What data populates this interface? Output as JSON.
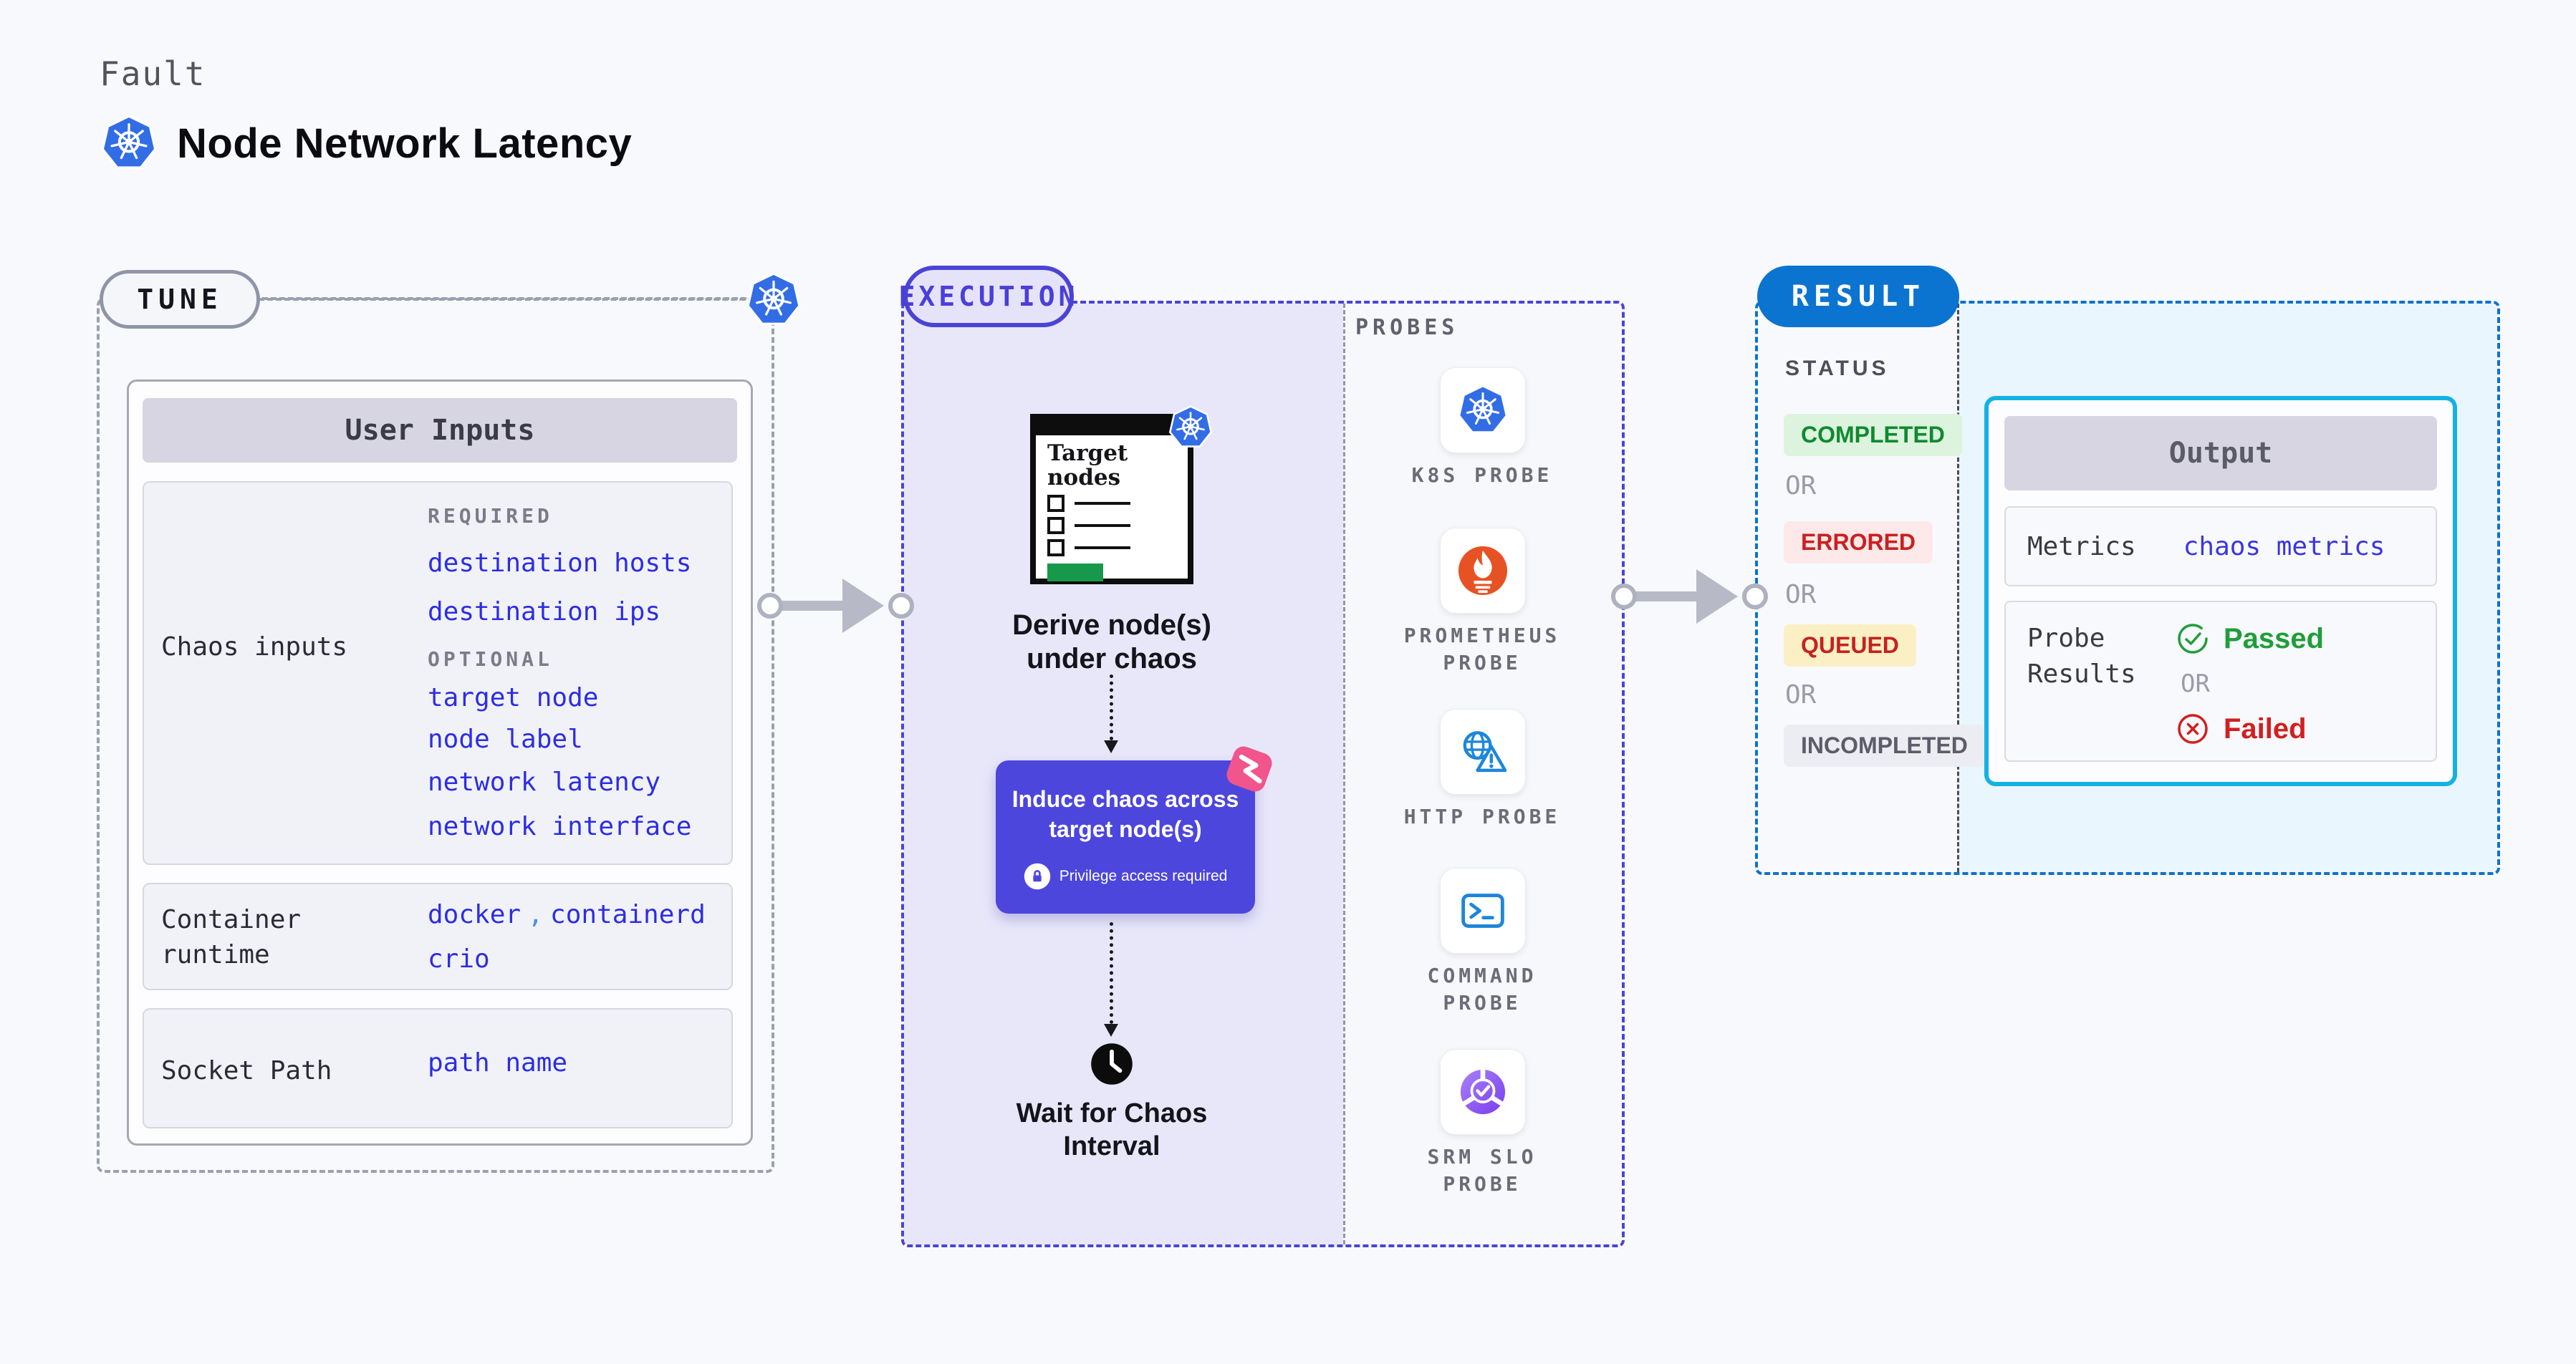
{
  "header": {
    "eyebrow": "Fault",
    "title": "Node Network Latency"
  },
  "tune": {
    "badge": "TUNE",
    "card_title": "User Inputs",
    "chaos": {
      "label": "Chaos inputs",
      "required_heading": "REQUIRED",
      "required_items": [
        "destination hosts",
        "destination ips"
      ],
      "optional_heading": "OPTIONAL",
      "optional_items": [
        "target node",
        "node label",
        "network latency",
        "network interface"
      ]
    },
    "runtime": {
      "label": "Container runtime",
      "values": [
        "docker",
        "containerd",
        "crio"
      ],
      "separator": ","
    },
    "socket": {
      "label": "Socket Path",
      "value": "path name"
    }
  },
  "execution": {
    "badge": "EXECUTION",
    "target_card_title": "Target nodes",
    "step_derive": "Derive node(s) under chaos",
    "step_induce": "Induce chaos across target node(s)",
    "induce_note": "Privilege access required",
    "step_wait": "Wait for Chaos Interval"
  },
  "probes": {
    "heading": "PROBES",
    "items": [
      {
        "name": "K8S PROBE",
        "icon": "kubernetes-icon"
      },
      {
        "name": "PROMETHEUS PROBE",
        "icon": "prometheus-icon"
      },
      {
        "name": "HTTP PROBE",
        "icon": "http-globe-warning-icon"
      },
      {
        "name": "COMMAND PROBE",
        "icon": "terminal-icon"
      },
      {
        "name": "SRM SLO PROBE",
        "icon": "slo-pie-check-icon"
      }
    ]
  },
  "result": {
    "badge": "RESULT",
    "status_heading": "STATUS",
    "or_label": "OR",
    "statuses": [
      {
        "label": "COMPLETED",
        "fg": "#0f8a2f",
        "bg": "#dcf3de"
      },
      {
        "label": "ERRORED",
        "fg": "#cc1f1f",
        "bg": "#fde9e9"
      },
      {
        "label": "QUEUED",
        "fg": "#c42222",
        "bg": "#fbf0c4"
      },
      {
        "label": "INCOMPLETED",
        "fg": "#5c5c6a",
        "bg": "#ebedf2"
      }
    ],
    "output": {
      "title": "Output",
      "metrics_label": "Metrics",
      "metrics_value": "chaos metrics",
      "probe_results_label": "Probe Results",
      "passed": "Passed",
      "or_label": "OR",
      "failed": "Failed"
    }
  },
  "colors": {
    "background": "#f8f9fc",
    "accent_indigo": "#4a44d6",
    "execution_fill": "#e8e7fa",
    "result_blue": "#0b74d0",
    "result_cyan_border": "#14b2e2",
    "result_cyan_fill": "#e9f6fd",
    "link_blue": "#2d2de2",
    "k8s_blue": "#326de6",
    "prometheus_orange": "#e75225",
    "probe_icon_blue": "#1d86da",
    "srm_purple": "#8b5cf6",
    "induce_box": "#4c46dd",
    "chaos_pink": "#f2548c",
    "passed_green": "#1f9e38",
    "failed_red": "#d21f1f",
    "target_green": "#17994b",
    "arrow_gray": "#b7b9c6"
  }
}
